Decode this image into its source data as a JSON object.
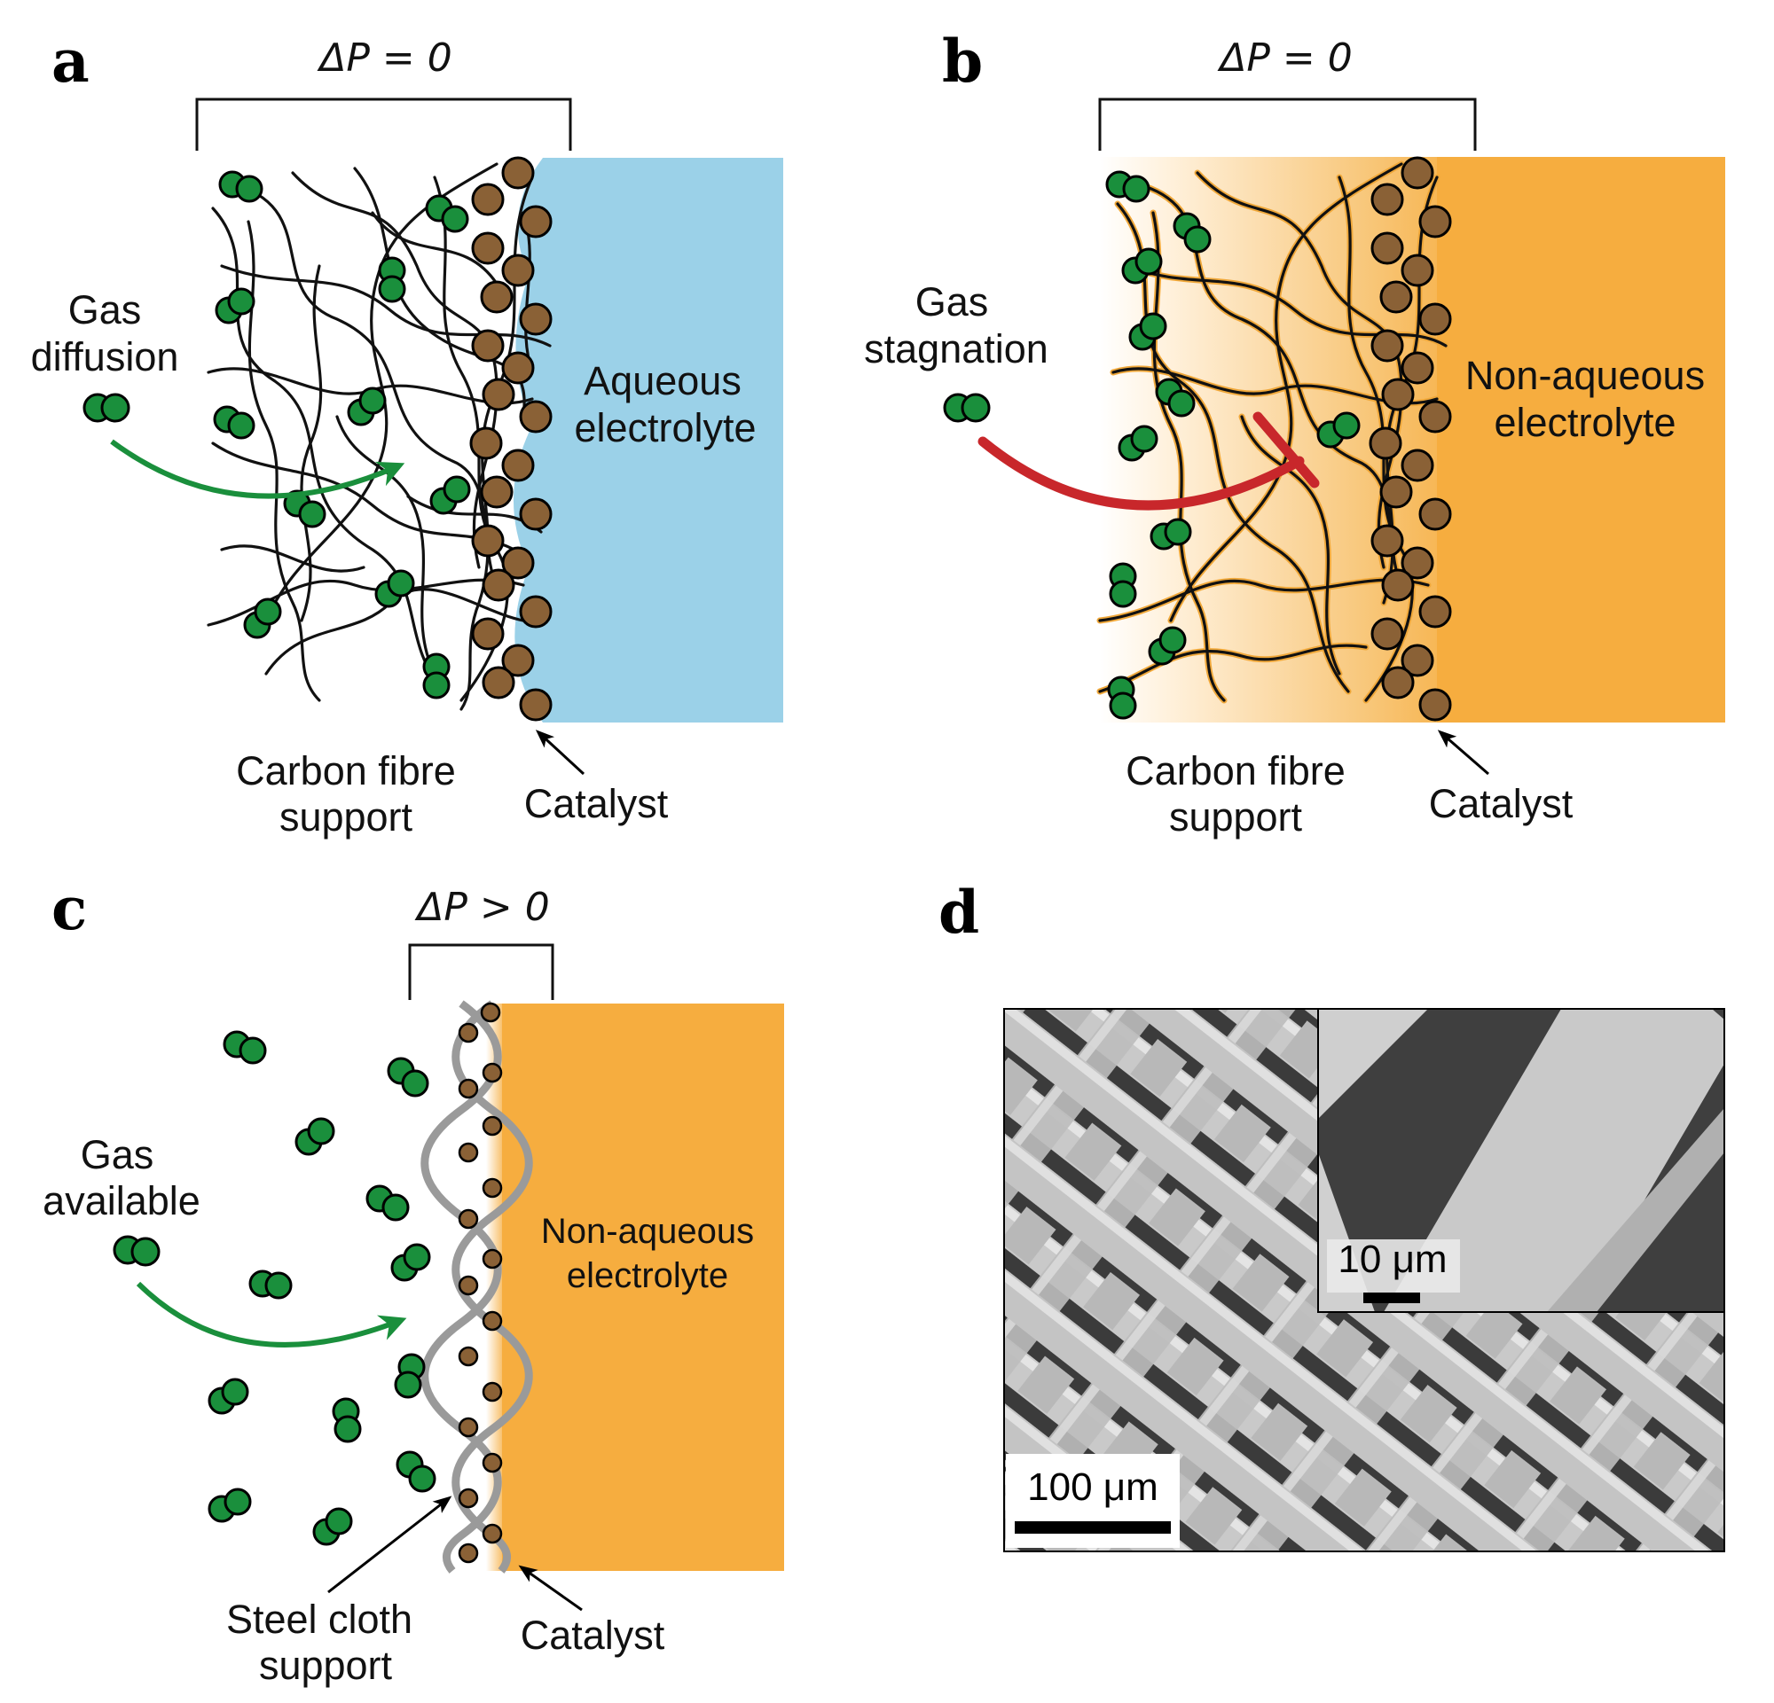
{
  "panels": {
    "a": {
      "letter": "a",
      "pressure": "ΔP = 0",
      "gas_label_1": "Gas",
      "gas_label_2": "diffusion",
      "electrolyte_1": "Aqueous",
      "electrolyte_2": "electrolyte",
      "support_1": "Carbon fibre",
      "support_2": "support",
      "catalyst": "Catalyst"
    },
    "b": {
      "letter": "b",
      "pressure": "ΔP = 0",
      "gas_label_1": "Gas",
      "gas_label_2": "stagnation",
      "electrolyte_1": "Non-aqueous",
      "electrolyte_2": "electrolyte",
      "support_1": "Carbon fibre",
      "support_2": "support",
      "catalyst": "Catalyst"
    },
    "c": {
      "letter": "c",
      "pressure": "ΔP > 0",
      "gas_label_1": "Gas",
      "gas_label_2": "available",
      "electrolyte_1": "Non-aqueous",
      "electrolyte_2": "electrolyte",
      "support_1": "Steel cloth",
      "support_2": "support",
      "catalyst": "Catalyst"
    },
    "d": {
      "letter": "d",
      "scale_main": "100 μm",
      "scale_inset": "10 μm"
    }
  },
  "colors": {
    "aqueous": "#9bd1e8",
    "non_aqueous": "#f6ad3f",
    "gas": "#1a8f3c",
    "catalyst": "#8a6136",
    "arrow_ok": "#1a8f3c",
    "arrow_block": "#c8272b",
    "steel": "#9a9a9a"
  }
}
